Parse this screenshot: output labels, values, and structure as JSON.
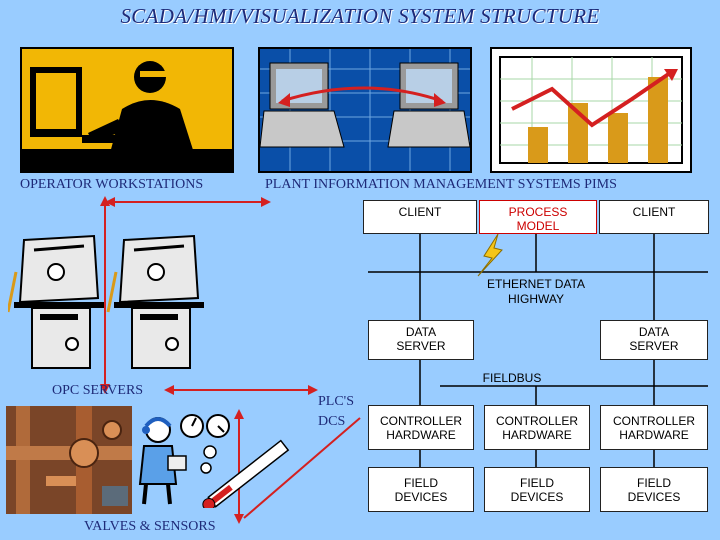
{
  "title": "SCADA/HMI/VISUALIZATION SYSTEM STRUCTURE",
  "labels": {
    "operator_workstations": "OPERATOR WORKSTATIONS",
    "pims": "PLANT INFORMATION MANAGEMENT SYSTEMS PIMS",
    "opc_servers": "OPC SERVERS",
    "plcs_line1": "PLC'S",
    "plcs_line2": "DCS",
    "valves_sensors": "VALVES & SENSORS",
    "ethernet_line1": "ETHERNET DATA",
    "ethernet_line2": "HIGHWAY",
    "fieldbus": "FIELDBUS"
  },
  "top_boxes": [
    {
      "line1": "CLIENT",
      "line2": ""
    },
    {
      "line1": "PROCESS",
      "line2": "MODEL"
    },
    {
      "line1": "CLIENT",
      "line2": ""
    }
  ],
  "data_servers": [
    {
      "line1": "DATA",
      "line2": "SERVER"
    },
    {
      "line1": "DATA",
      "line2": "SERVER"
    }
  ],
  "controllers": [
    {
      "line1": "CONTROLLER",
      "line2": "HARDWARE"
    },
    {
      "line1": "CONTROLLER",
      "line2": "HARDWARE"
    },
    {
      "line1": "CONTROLLER",
      "line2": "HARDWARE"
    }
  ],
  "field_devices": [
    {
      "line1": "FIELD",
      "line2": "DEVICES"
    },
    {
      "line1": "FIELD",
      "line2": "DEVICES"
    },
    {
      "line1": "FIELD",
      "line2": "DEVICES"
    }
  ],
  "colors": {
    "background": "#99ccff",
    "title": "#1e2a78",
    "arrow": "#d42020",
    "process_model": "#cc0000",
    "lightning": "#f5c518"
  }
}
